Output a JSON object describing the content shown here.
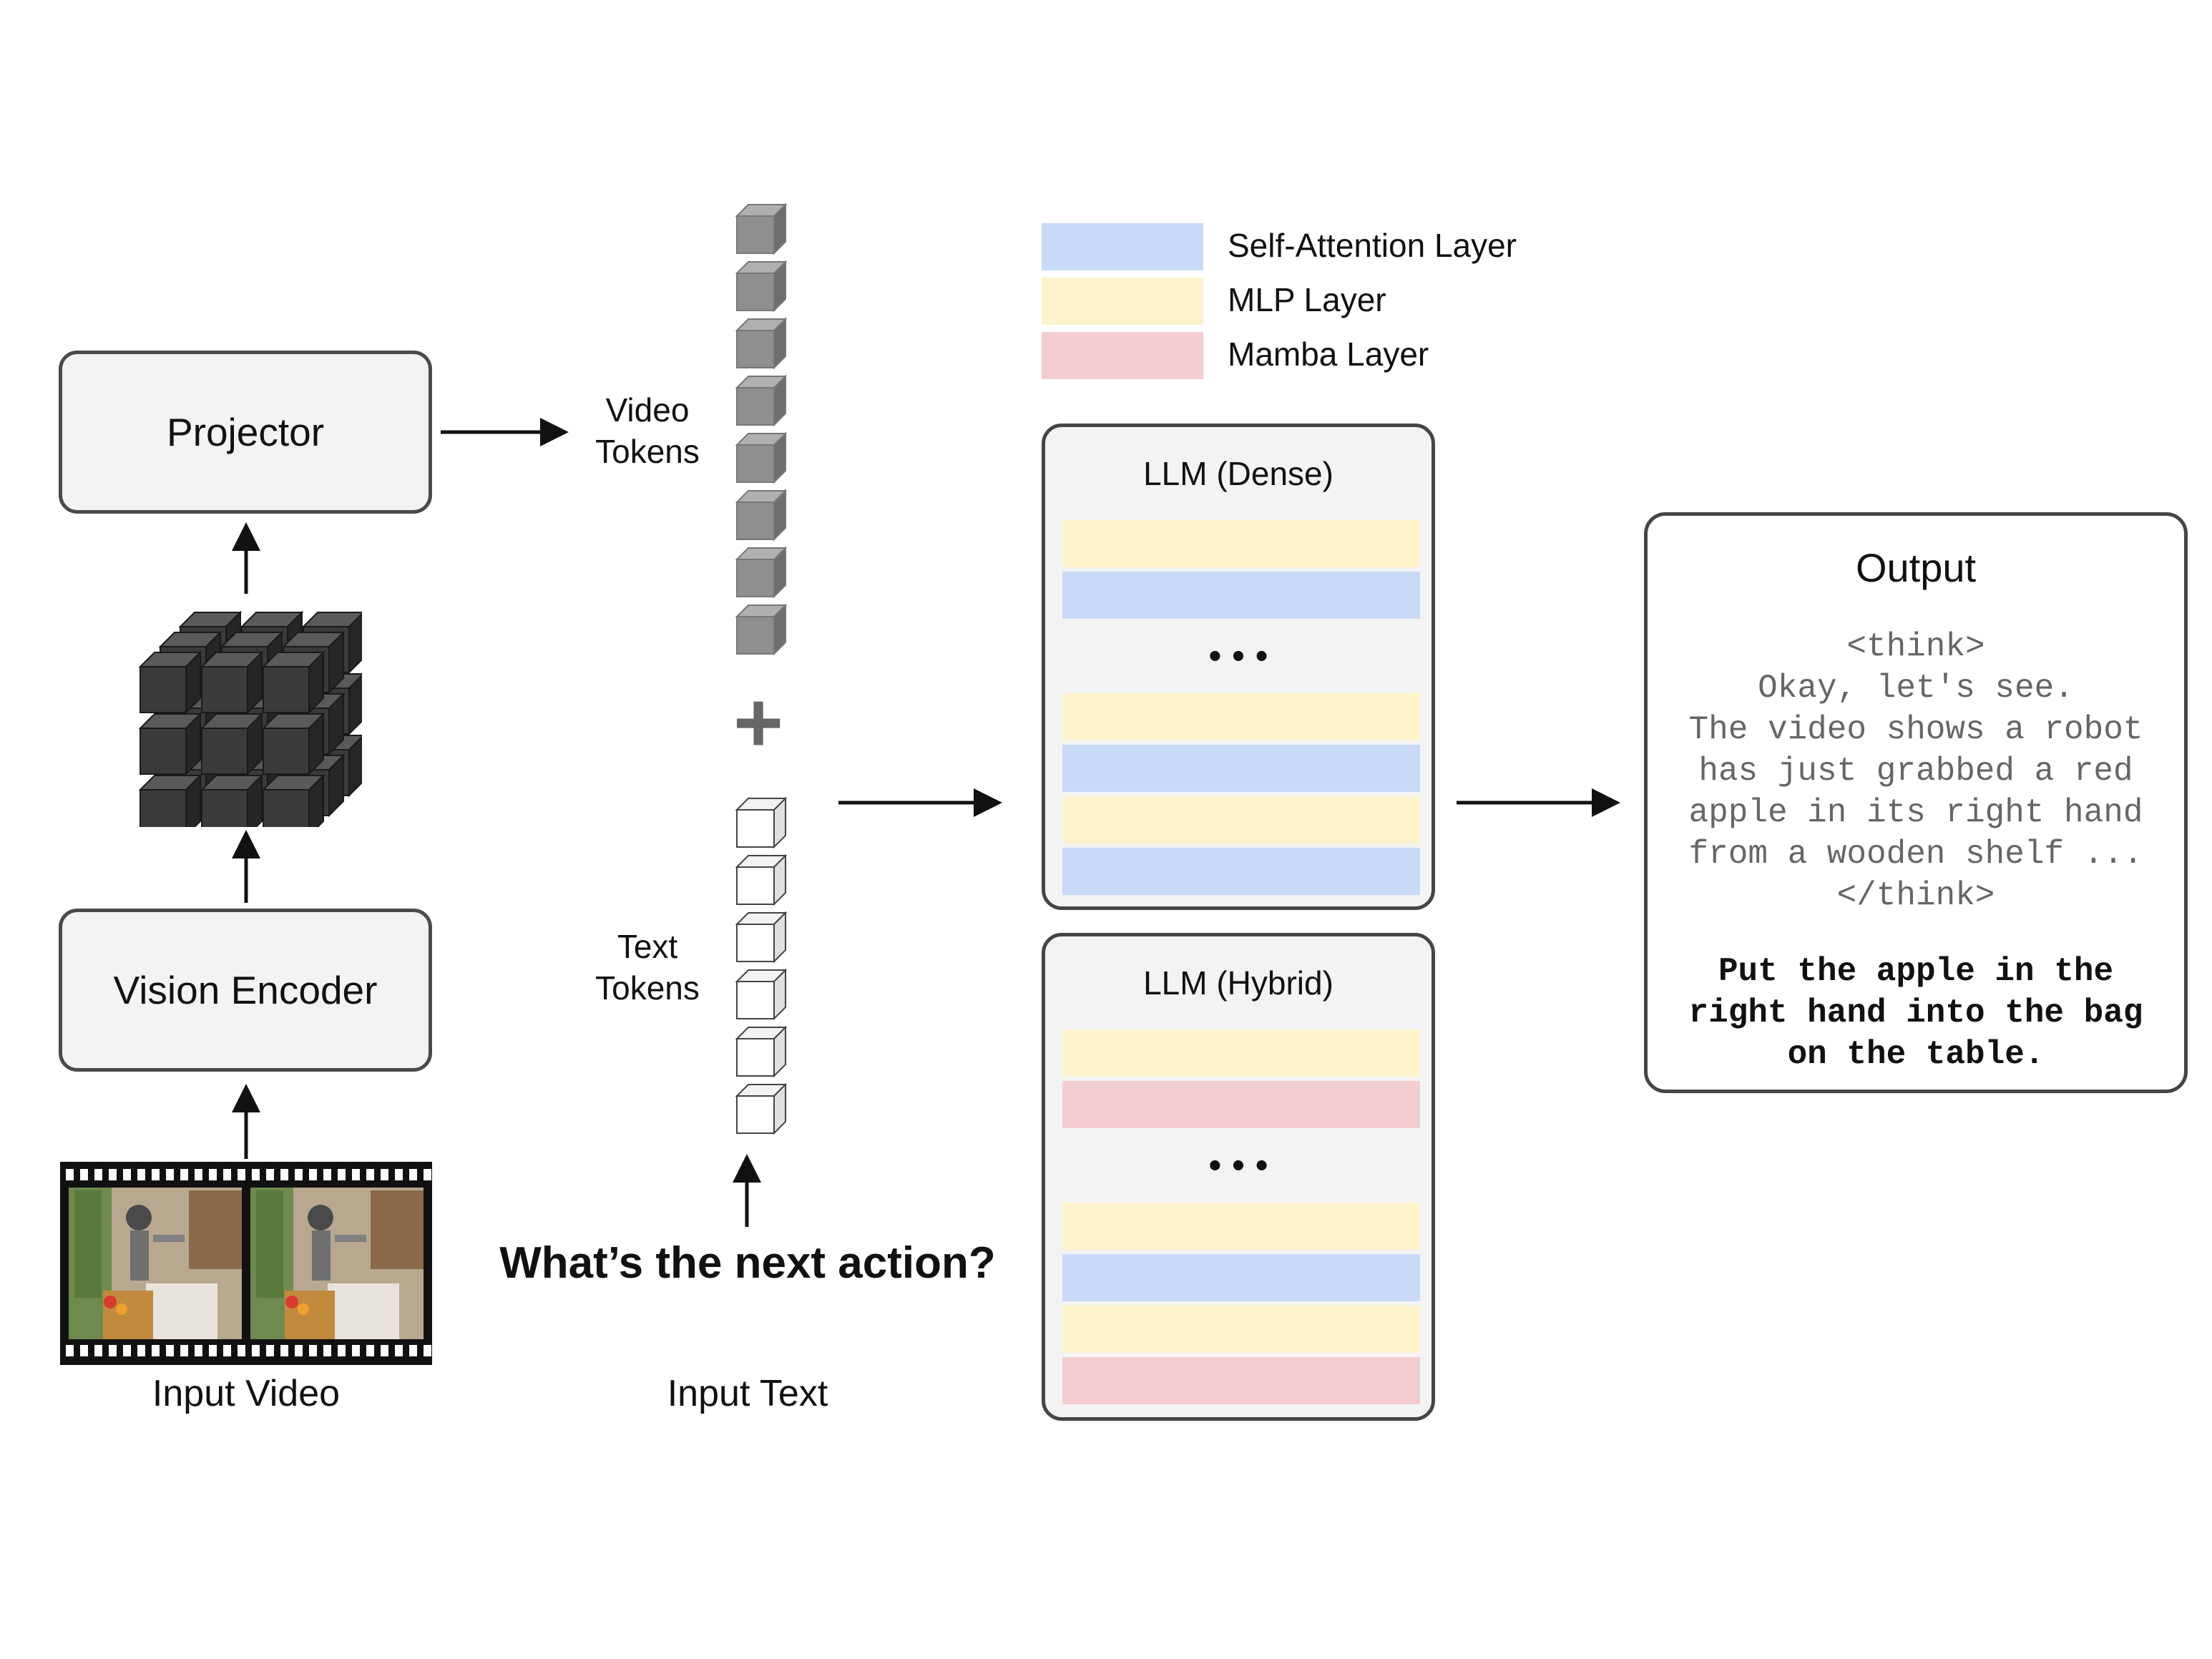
{
  "colors": {
    "self_attention": "#c9daf8",
    "mlp": "#fef2cc",
    "mamba": "#f4cdd0",
    "box_fill": "#f3f3f3",
    "box_border": "#4a4a4a",
    "video_token": "#8f8f8f",
    "arrow": "#111111",
    "think_text": "#666666"
  },
  "left_column": {
    "projector_label": "Projector",
    "vision_encoder_label": "Vision Encoder",
    "input_video_label": "Input Video"
  },
  "tokens": {
    "video_tokens_label_line1": "Video",
    "video_tokens_label_line2": "Tokens",
    "text_tokens_label_line1": "Text",
    "text_tokens_label_line2": "Tokens",
    "plus_sign": "+"
  },
  "input_text": {
    "question": "What’s the next action?",
    "label": "Input Text"
  },
  "legend": [
    {
      "label": "Self-Attention Layer",
      "color_key": "self_attention"
    },
    {
      "label": "MLP Layer",
      "color_key": "mlp"
    },
    {
      "label": "Mamba Layer",
      "color_key": "mamba"
    }
  ],
  "llm_dense": {
    "title": "LLM (Dense)",
    "layers_top": [
      "mlp",
      "self_attention"
    ],
    "ellipsis": "• • •",
    "layers_bottom": [
      "mlp",
      "self_attention",
      "mlp",
      "self_attention"
    ]
  },
  "llm_hybrid": {
    "title": "LLM (Hybrid)",
    "layers_top": [
      "mlp",
      "mamba"
    ],
    "ellipsis": "• • •",
    "layers_bottom": [
      "mlp",
      "self_attention",
      "mlp",
      "mamba"
    ]
  },
  "output": {
    "title": "Output",
    "think_open": "<think>",
    "think_lines": [
      "Okay, let's see.",
      "The video shows a robot",
      "has just grabbed a red",
      "apple in its right hand",
      "from a wooden shelf ..."
    ],
    "think_close": "</think>",
    "answer_lines": [
      "Put the apple in the",
      "right hand into the bag",
      "on the table."
    ]
  }
}
